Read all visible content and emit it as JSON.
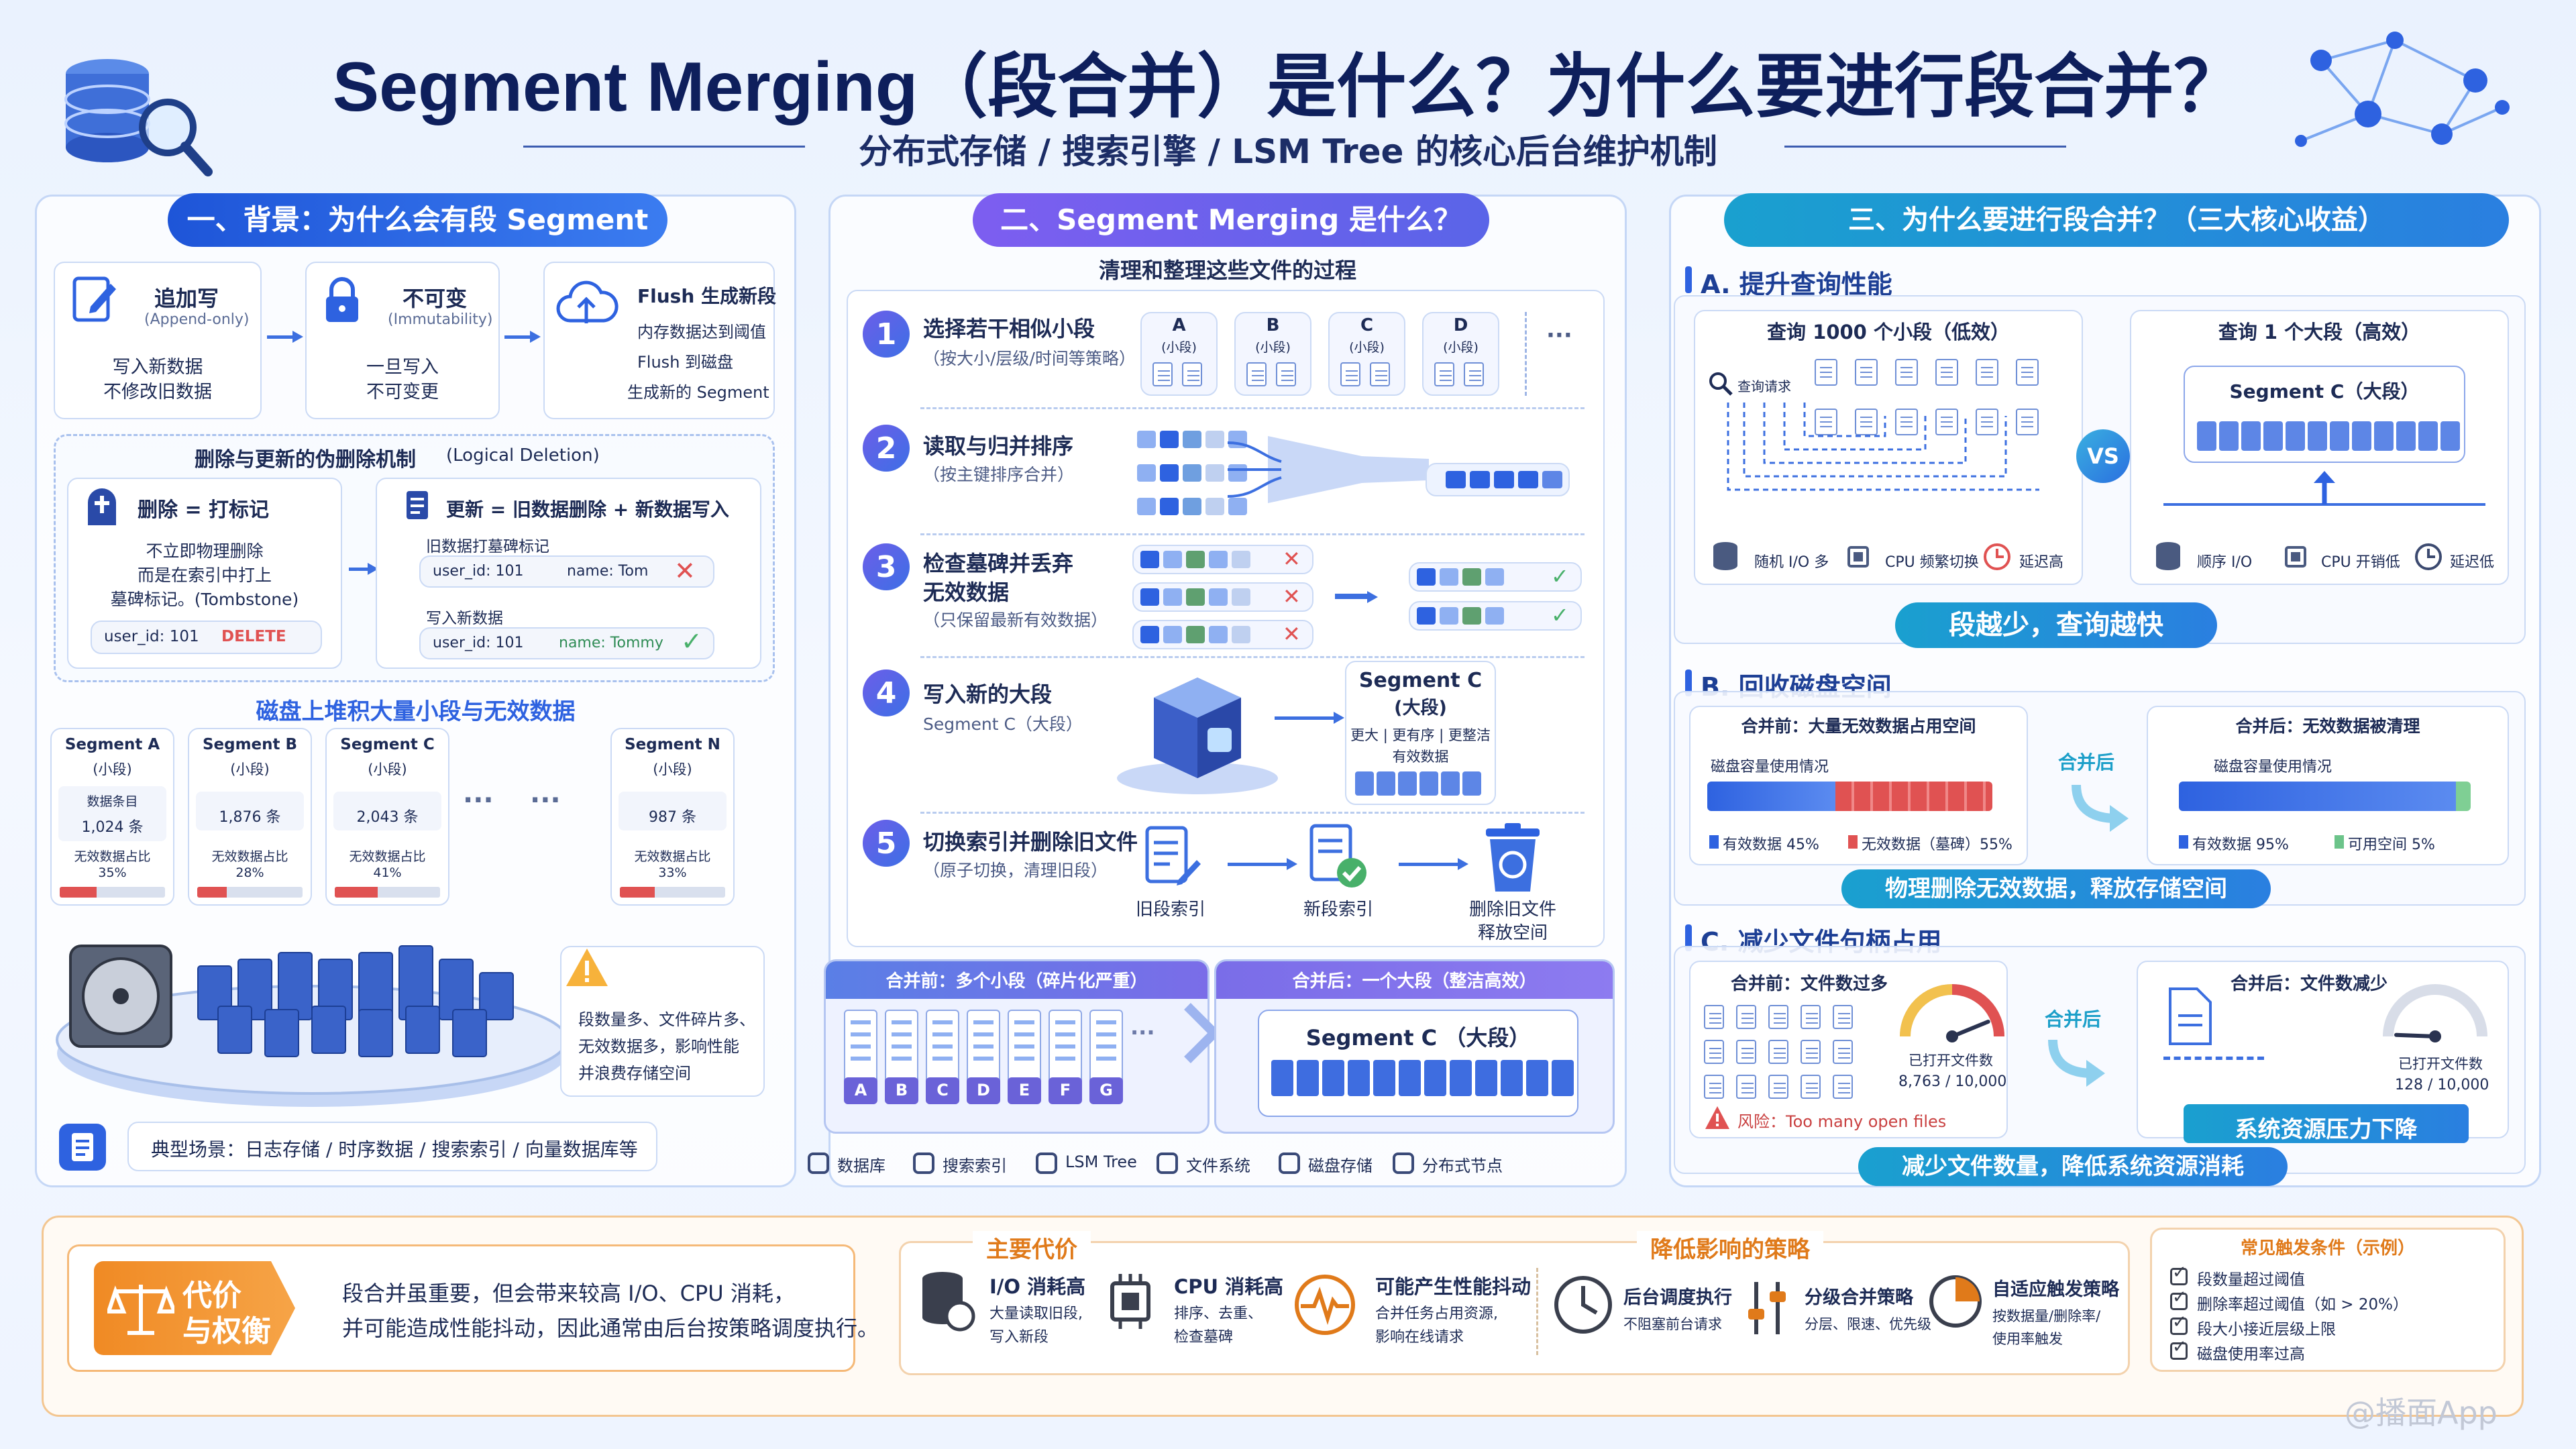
{
  "title": "Segment Merging（段合并）是什么？为什么要进行段合并？",
  "subtitle": "分布式存储 / 搜索引擎 / LSM Tree 的核心后台维护机制",
  "s1": {
    "title": "一、背景：为什么会有段 Segment",
    "props": [
      {
        "name": "追加写",
        "sub": "(Append-only)",
        "d1": "写入新数据",
        "d2": "不修改旧数据"
      },
      {
        "name": "不可变",
        "sub": "(Immutability)",
        "d1": "一旦写入",
        "d2": "不可变更"
      },
      {
        "name": "Flush 生成新段",
        "d1": "内存数据达到阈值",
        "d2": "Flush 到磁盘",
        "d3": "生成新的 Segment"
      }
    ],
    "del_title": "删除与更新的伪删除机制",
    "del_title2": "(Logical Deletion)",
    "del": {
      "title": "删除 = 打标记",
      "d1": "不立即物理删除",
      "d2": "而是在索引中打上",
      "d3": "墓碑标记。(Tombstone)",
      "rec": "user_id: 101",
      "tag": "DELETE"
    },
    "upd": {
      "title": "更新 = 旧数据删除 + 新数据写入",
      "old_label": "旧数据打墓碑标记",
      "old_id": "user_id: 101",
      "old_name": "name: Tom",
      "new_label": "写入新数据",
      "new_id": "user_id: 101",
      "new_name": "name: Tommy"
    },
    "disk_title": "磁盘上堆积大量小段与无效数据",
    "segs": [
      {
        "name": "Segment A",
        "sub": "(小段)",
        "cnt_label": "数据条目",
        "cnt": "1,024 条",
        "inv_label": "无效数据占比",
        "inv": "35%",
        "pct": 35
      },
      {
        "name": "Segment B",
        "sub": "(小段)",
        "cnt": "1,876 条",
        "inv_label": "无效数据占比",
        "inv": "28%",
        "pct": 28
      },
      {
        "name": "Segment C",
        "sub": "(小段)",
        "cnt": "2,043 条",
        "inv_label": "无效数据占比",
        "inv": "41%",
        "pct": 41
      },
      {
        "name": "Segment N",
        "sub": "(小段)",
        "cnt": "987 条",
        "inv_label": "无效数据占比",
        "inv": "33%",
        "pct": 33
      }
    ],
    "dots": "···",
    "warn1": "段数量多、文件碎片多、",
    "warn2": "无效数据多，影响性能",
    "warn3": "并浪费存储空间",
    "scene": "典型场景：日志存储 / 时序数据 / 搜索索引 / 向量数据库等"
  },
  "s2": {
    "title": "二、Segment Merging 是什么？",
    "sub": "清理和整理这些文件的过程",
    "steps": [
      {
        "n": "1",
        "t": "选择若干相似小段",
        "s": "（按大小/层级/时间等策略）"
      },
      {
        "n": "2",
        "t": "读取与归并排序",
        "s": "（按主键排序合并）"
      },
      {
        "n": "3",
        "t": "检查墓碑并丢弃",
        "t2": "无效数据",
        "s": "（只保留最新有效数据）"
      },
      {
        "n": "4",
        "t": "写入新的大段",
        "s": "Segment C（大段）"
      },
      {
        "n": "5",
        "t": "切换索引并删除旧文件",
        "s": "（原子切换，清理旧段）"
      }
    ],
    "mini": [
      {
        "l": "A",
        "s": "(小段)"
      },
      {
        "l": "B",
        "s": "(小段)"
      },
      {
        "l": "C",
        "s": "(小段)"
      },
      {
        "l": "D",
        "s": "(小段)"
      }
    ],
    "segc": {
      "t": "Segment C",
      "s": "(大段)",
      "d1": "更大 | 更有序 | 更整洁",
      "d2": "有效数据"
    },
    "old_index": "旧段索引",
    "new_index": "新段索引",
    "del_old": "删除旧文件",
    "del_old2": "释放空间",
    "before": "合并前：多个小段（碎片化严重）",
    "after": "合并后：一个大段（整洁高效）",
    "letters": [
      "A",
      "B",
      "C",
      "D",
      "E",
      "F",
      "G"
    ],
    "big_seg": "Segment C （大段）",
    "tags": [
      "数据库",
      "搜索索引",
      "LSM Tree",
      "文件系统",
      "磁盘存储",
      "分布式节点"
    ]
  },
  "s3": {
    "title": "三、为什么要进行段合并？（三大核心收益）",
    "a": {
      "title": "A. 提升查询性能",
      "left": "查询 1000 个小段（低效）",
      "query": "查询请求",
      "right": "查询 1 个大段（高效）",
      "seg": "Segment C（大段）",
      "vs": "VS",
      "l1": "随机 I/O 多",
      "l2": "CPU 频繁切换",
      "l3": "延迟高",
      "r1": "顺序 I/O",
      "r2": "CPU 开销低",
      "r3": "延迟低",
      "banner": "段越少，查询越快"
    },
    "b": {
      "title": "B. 回收磁盘空间",
      "before": "合并前：大量无效数据占用空间",
      "usage": "磁盘容量使用情况",
      "v1": "有效数据 45%",
      "i1": "无效数据（墓碑）55%",
      "mid": "合并后",
      "after": "合并后：无效数据被清理",
      "v2": "有效数据 95%",
      "f2": "可用空间 5%",
      "banner": "物理删除无效数据，释放存储空间",
      "p_valid1": 45,
      "p_valid2": 95
    },
    "c": {
      "title": "C. 减少文件句柄占用",
      "before": "合并前：文件数过多",
      "open1": "已打开文件数",
      "n1": "8,763 / 10,000",
      "risk": "风险：Too many open files",
      "mid": "合并后",
      "after": "合并后：文件数减少",
      "open2": "已打开文件数",
      "n2": "128 / 10,000",
      "relief": "系统资源压力下降",
      "banner": "减少文件数量，降低系统资源消耗",
      "gauge1": 0.876,
      "gauge2": 0.0128
    }
  },
  "bottom": {
    "badge1": "代价",
    "badge2": "与权衡",
    "desc1": "段合并虽重要，但会带来较高 I/O、CPU 消耗，",
    "desc2": "并可能造成性能抖动，因此通常由后台按策略调度执行。",
    "cost_title": "主要代价",
    "costs": [
      {
        "t": "I/O 消耗高",
        "d1": "大量读取旧段,",
        "d2": "写入新段"
      },
      {
        "t": "CPU 消耗高",
        "d1": "排序、去重、",
        "d2": "检查墓碑"
      },
      {
        "t": "可能产生性能抖动",
        "d1": "合并任务占用资源,",
        "d2": "影响在线请求"
      }
    ],
    "strat_title": "降低影响的策略",
    "strats": [
      {
        "t": "后台调度执行",
        "d1": "不阻塞前台请求"
      },
      {
        "t": "分级合并策略",
        "d1": "分层、限速、优先级"
      },
      {
        "t": "自适应触发策略",
        "d1": "按数据量/删除率/",
        "d2": "使用率触发"
      }
    ],
    "trig_title": "常见触发条件（示例）",
    "trigs": [
      "段数量超过阈值",
      "删除率超过阈值（如 > 20%）",
      "段大小接近层级上限",
      "磁盘使用率过高"
    ]
  },
  "watermark": "@播面App",
  "colors": {
    "blue": "#2e62e0",
    "purple": "#6b55e0",
    "teal": "#1c9fc9",
    "orange": "#f08a24",
    "red": "#e05252",
    "green": "#48b06a"
  }
}
